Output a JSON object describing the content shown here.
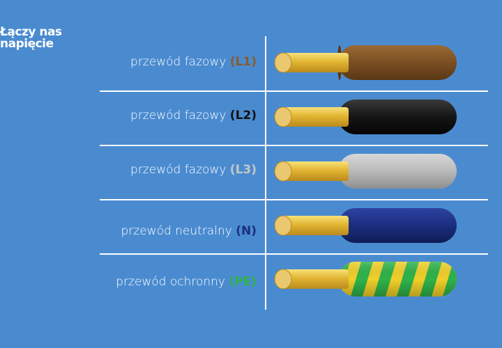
{
  "logo": {
    "line1": "Łączy nas",
    "line2": "napięcie"
  },
  "rows": [
    {
      "label": "przewód fazowy",
      "code": "(L1)",
      "code_color": "#8a5a2a",
      "insulation": "brown",
      "insulation_color": "#7a4e23"
    },
    {
      "label": "przewód fazowy",
      "code": "(L2)",
      "code_color": "#111111",
      "insulation": "black",
      "insulation_color": "#151515"
    },
    {
      "label": "przewód fazowy",
      "code": "(L3)",
      "code_color": "#c6c6c6",
      "insulation": "grey",
      "insulation_color": "#b9b9b9"
    },
    {
      "label": "przewód neutralny",
      "code": "(N)",
      "code_color": "#1d2f7a",
      "insulation": "blue",
      "insulation_color": "#1b2e80"
    },
    {
      "label": "przewód ochronny",
      "code": "(PE)",
      "code_color": "#2fb34a",
      "insulation": "green-yellow",
      "insulation_color": "#2fb34a"
    }
  ]
}
